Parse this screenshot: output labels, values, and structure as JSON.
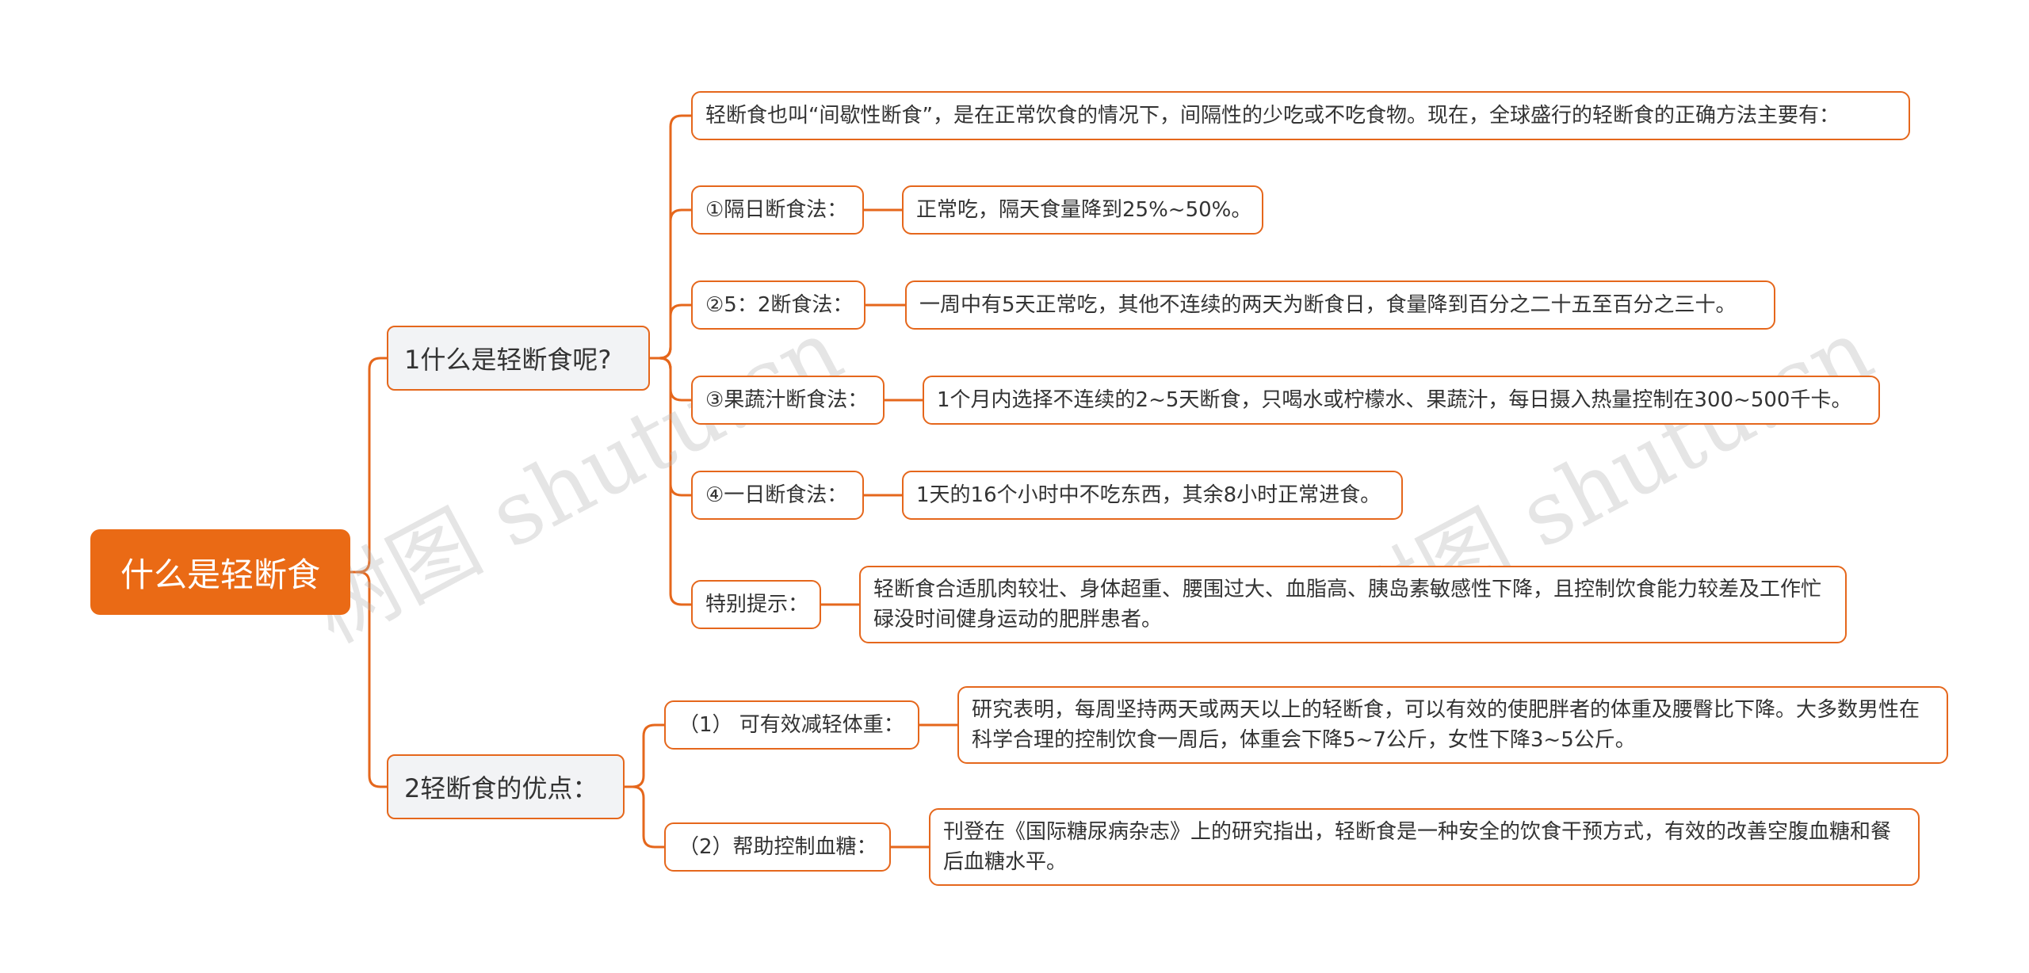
{
  "root": {
    "label": "什么是轻断食"
  },
  "branches": [
    {
      "label": "1什么是轻断食呢?",
      "children": [
        {
          "label": "轻断食也叫“间歇性断食”，是在正常饮食的情况下，间隔性的少吃或不吃食物。现在，全球盛行的轻断食的正确方法主要有："
        },
        {
          "label": "①隔日断食法：",
          "detail": "正常吃，隔天食量降到25%~50%。"
        },
        {
          "label": "②5：2断食法：",
          "detail": "一周中有5天正常吃，其他不连续的两天为断食日，食量降到百分之二十五至百分之三十。"
        },
        {
          "label": "③果蔬汁断食法：",
          "detail": "1个月内选择不连续的2~5天断食，只喝水或柠檬水、果蔬汁，每日摄入热量控制在300~500千卡。"
        },
        {
          "label": "④一日断食法：",
          "detail": "1天的16个小时中不吃东西，其余8小时正常进食。"
        },
        {
          "label": "特别提示：",
          "detail": "轻断食合适肌肉较壮、身体超重、腰围过大、血脂高、胰岛素敏感性下降，且控制饮食能力较差及工作忙碌没时间健身运动的肥胖患者。"
        }
      ]
    },
    {
      "label": "2轻断食的优点：",
      "children": [
        {
          "label": "（1） 可有效减轻体重：",
          "detail": "研究表明，每周坚持两天或两天以上的轻断食，可以有效的使肥胖者的体重及腰臀比下降。大多数男性在科学合理的控制饮食一周后，体重会下降5~7公斤，女性下降3~5公斤。"
        },
        {
          "label": "（2）帮助控制血糖：",
          "detail": "刊登在《国际糖尿病杂志》上的研究指出，轻断食是一种安全的饮食干预方式，有效的改善空腹血糖和餐后血糖水平。"
        }
      ]
    }
  ],
  "watermark": "树图 shutu.cn",
  "colors": {
    "accent": "#ea6a15",
    "line": "#e5671c",
    "branch_bg": "#f2f3f5"
  }
}
